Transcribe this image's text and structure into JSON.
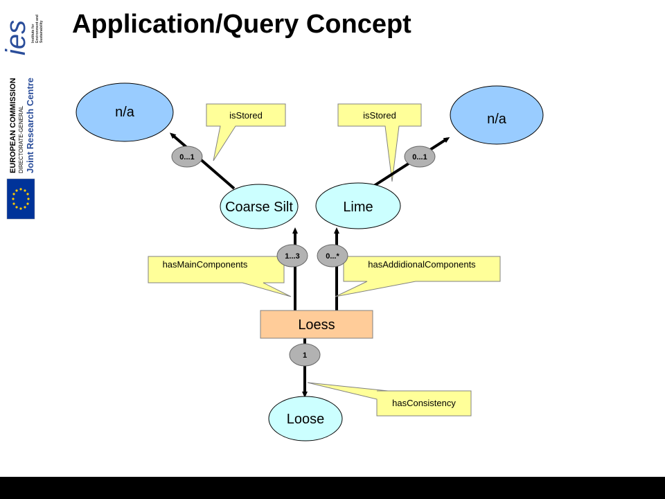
{
  "slide": {
    "title": "Application/Query Concept"
  },
  "logos": {
    "ies_text": "ies",
    "ies_subtitle_1": "Institute for",
    "ies_subtitle_2": "Environment and",
    "ies_subtitle_3": "Sustainability",
    "ec_line1": "EUROPEAN COMMISSION",
    "ec_line2": "DIRECTORATE-GENERAL",
    "ec_line3": "Joint Research Centre"
  },
  "diagram": {
    "nodes": {
      "na_left": "n/a",
      "na_right": "n/a",
      "coarse_silt": "Coarse Silt",
      "lime": "Lime",
      "loess": "Loess",
      "loose": "Loose"
    },
    "multiplicities": {
      "left_store": "0...1",
      "right_store": "0...1",
      "main": "1...3",
      "additional": "0...*",
      "consistency": "1"
    },
    "callouts": {
      "is_stored_left": "isStored",
      "is_stored_right": "isStored",
      "has_main": "hasMainComponents",
      "has_additional": "hasAddidionalComponents",
      "has_consistency": "hasConsistency"
    }
  },
  "colors": {
    "ellipse_blue": "#99ccff",
    "ellipse_cyan": "#ccffff",
    "callout_yellow": "#ffff99",
    "loess_box": "#ffcc99",
    "badge_grey": "#b2b2b2",
    "eu_blue": "#003399",
    "eu_star": "#ffcc00",
    "bar": "#000000"
  }
}
